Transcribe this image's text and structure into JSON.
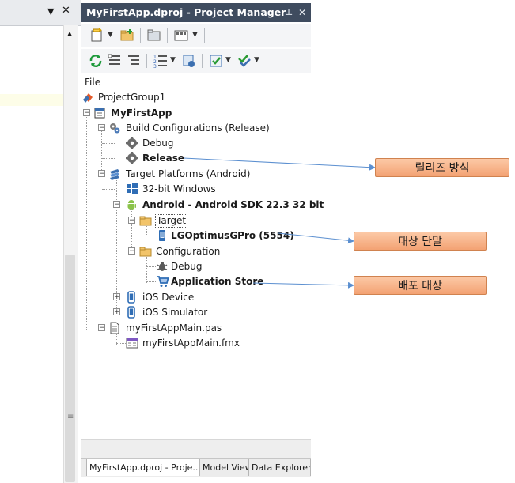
{
  "left_panel": {
    "pin_icon": "chevron-down",
    "close_icon": "close"
  },
  "project_manager": {
    "title": "MyFirstApp.dproj - Project Manager",
    "file_label": "File",
    "tree": {
      "project_group": "ProjectGroup1",
      "project": "MyFirstApp",
      "build_configurations": "Build Configurations (Release)",
      "debug_config": "Debug",
      "release_config": "Release",
      "target_platforms": "Target Platforms (Android)",
      "win32": "32-bit Windows",
      "android": "Android - Android SDK 22.3 32 bit",
      "target": "Target",
      "device": "LGOptimusGPro (5554)",
      "configuration": "Configuration",
      "debug_cfg": "Debug",
      "app_store": "Application Store",
      "ios_device": "iOS Device",
      "ios_simulator": "iOS Simulator",
      "main_pas": "myFirstAppMain.pas",
      "main_fmx": "myFirstAppMain.fmx"
    },
    "tabs": [
      "MyFirstApp.dproj - Proje...",
      "Model View",
      "Data Explorer"
    ]
  },
  "callouts": {
    "release": "릴리즈 방식",
    "target_device": "대상 단말",
    "deploy_target": "배포 대상"
  },
  "colors": {
    "title_bar": "#3f4c5f",
    "callout_fill": "#f6ab7e",
    "arrow": "#5b8fd0"
  }
}
